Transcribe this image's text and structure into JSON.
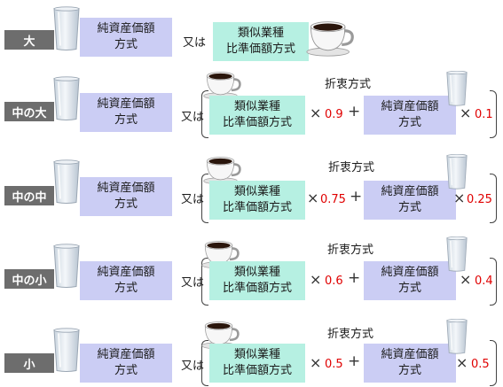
{
  "method_net_assets": [
    "純資産価額",
    "方式"
  ],
  "method_similar": [
    "類似業種",
    "比準価額方式"
  ],
  "or_text": "又は",
  "blend_label": "折衷方式",
  "multiply": "×",
  "plus": "+",
  "rows": [
    {
      "label": "大"
    },
    {
      "label": "中の大",
      "coef_similar": "0.9",
      "coef_net": "0.1"
    },
    {
      "label": "中の中",
      "coef_similar": "0.75",
      "coef_net": "0.25"
    },
    {
      "label": "中の小",
      "coef_similar": "0.6",
      "coef_net": "0.4"
    },
    {
      "label": "小",
      "coef_similar": "0.5",
      "coef_net": "0.5"
    }
  ],
  "colors": {
    "label_bg": "#6d6d6d",
    "net_box": "#cbcdf4",
    "similar_box": "#b6f0e2",
    "coefficient": "#e00000"
  },
  "icons": {
    "net_assets": "water-glass-icon",
    "similar": "coffee-cup-icon"
  }
}
